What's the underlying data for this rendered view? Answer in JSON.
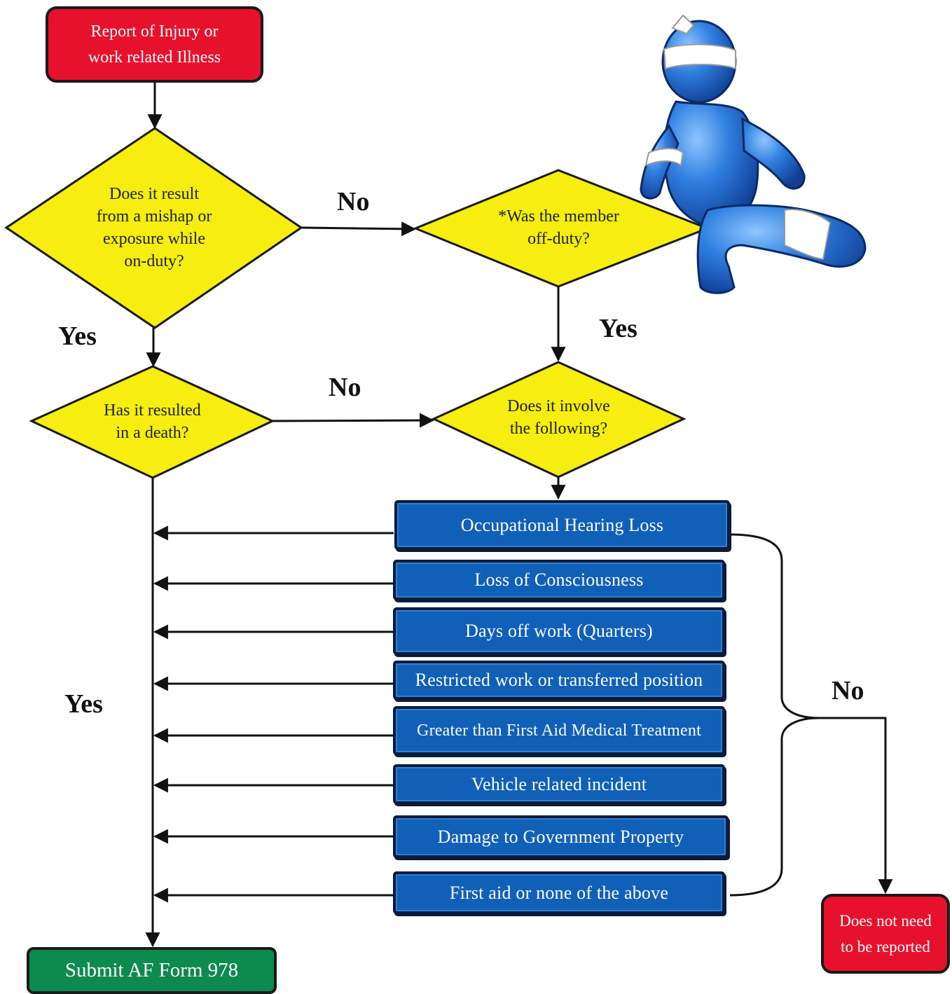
{
  "start": "Report of Injury or\nwork related Illness",
  "q_onduty": "Does it result\nfrom a mishap or\nexposure while\non-duty?",
  "q_offduty": "*Was the member\noff-duty?",
  "q_death": "Has it resulted\nin a death?",
  "q_involve": "Does it involve\nthe following?",
  "criteria": [
    "Occupational Hearing Loss",
    "Loss of  Consciousness",
    "Days off work (Quarters)",
    "Restricted work or transferred position",
    "Greater than First Aid Medical Treatment",
    "Vehicle related incident",
    "Damage to Government Property",
    "First aid or none of the above"
  ],
  "labels": {
    "no_1": "No",
    "yes_1": "Yes",
    "yes_2": "Yes",
    "no_2": "No",
    "yes_3": "Yes",
    "no_3": "No"
  },
  "submit": "Submit AF Form 978",
  "not_reported": "Does not need\nto be reported",
  "colors": {
    "red": "#e8112d",
    "yellow": "#f5ee0e",
    "blue": "#1060b8",
    "green": "#0d8a4e"
  },
  "icons": [
    "injured-figure-icon"
  ]
}
